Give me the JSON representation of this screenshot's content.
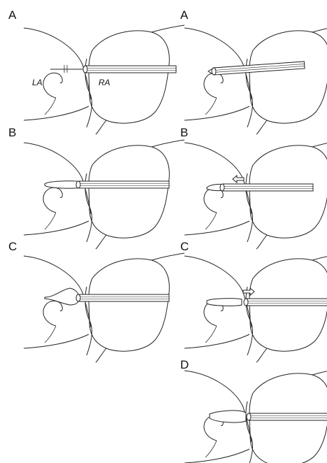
{
  "panels": [
    {
      "label": "A",
      "column": "left",
      "row": 0,
      "stage": "needle-crossing"
    },
    {
      "label": "A",
      "column": "right",
      "row": 0,
      "stage": "sheath-tip"
    },
    {
      "label": "B",
      "column": "left",
      "row": 1,
      "stage": "deflated-balloon"
    },
    {
      "label": "B",
      "column": "right",
      "row": 1,
      "stage": "sheath-advanced"
    },
    {
      "label": "C",
      "column": "left",
      "row": 2,
      "stage": "inflated-balloon"
    },
    {
      "label": "C",
      "column": "right",
      "row": 2,
      "stage": "sheath-withdrawn"
    },
    {
      "label": "D",
      "column": "right",
      "row": 3,
      "stage": "balloon-septum"
    }
  ],
  "chamber_labels": {
    "left_atrium": "LA",
    "right_atrium": "RA"
  },
  "colors": {
    "line": "#222222",
    "background": "#ffffff",
    "balloon_fill": "#ffffff"
  },
  "icons": {
    "arrow_left": "hollow-arrow-left-icon",
    "arrow_right": "hollow-arrow-right-icon"
  }
}
